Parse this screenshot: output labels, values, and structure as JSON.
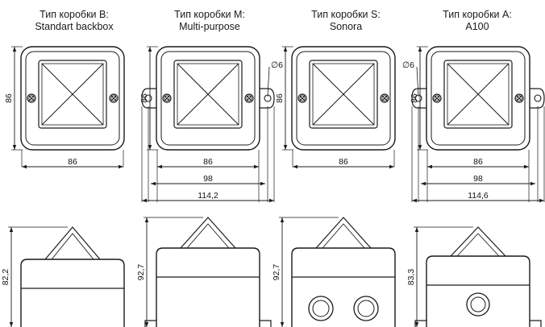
{
  "boxes": [
    {
      "title_line1": "Тип коробки B:",
      "title_line2": "Standart backbox",
      "top_height": "86",
      "top_widths": [
        "86"
      ],
      "side_height": "82,2",
      "has_tabs": false,
      "side_glands": 0
    },
    {
      "title_line1": "Тип коробки M:",
      "title_line2": "Multi-purpose",
      "top_height": "86",
      "top_widths": [
        "86",
        "98",
        "114,2"
      ],
      "hole": "∅6",
      "side_height": "92,7",
      "has_tabs": true,
      "side_glands": 0
    },
    {
      "title_line1": "Тип коробки S:",
      "title_line2": "Sonora",
      "top_height": "86",
      "top_widths": [
        "86"
      ],
      "side_height": "92,7",
      "has_tabs": false,
      "side_glands": 2
    },
    {
      "title_line1": "Тип коробки A:",
      "title_line2": "A100",
      "top_height": "86",
      "top_widths": [
        "86",
        "98",
        "114,6"
      ],
      "hole": "∅6",
      "side_height": "83,3",
      "has_tabs": true,
      "side_glands": 1
    }
  ]
}
